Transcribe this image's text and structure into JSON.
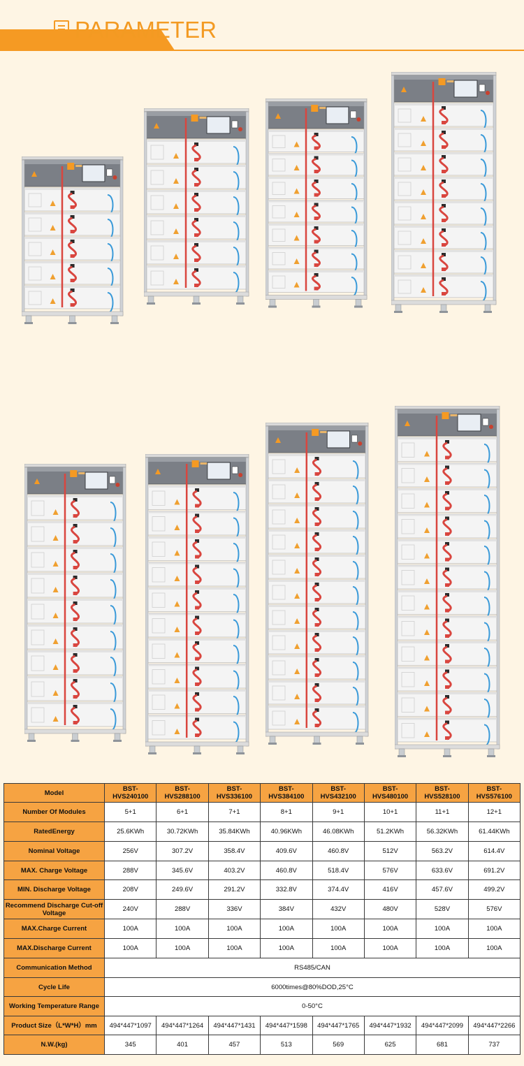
{
  "header": {
    "title": "PARAMETER"
  },
  "colors": {
    "accent": "#f59a23",
    "label_bg": "#f6a342",
    "page_bg": "#fef5e4",
    "cable_red": "#d9463f",
    "cable_blue": "#3a9ad9"
  },
  "racks": [
    {
      "modules": 5
    },
    {
      "modules": 6
    },
    {
      "modules": 7
    },
    {
      "modules": 8
    },
    {
      "modules": 9
    },
    {
      "modules": 10
    },
    {
      "modules": 11
    },
    {
      "modules": 12
    }
  ],
  "table": {
    "header": {
      "label": "Model",
      "models": [
        "BST-HVS240100",
        "BST-HVS288100",
        "BST-HVS336100",
        "BST-HVS384100",
        "BST-HVS432100",
        "BST-HVS480100",
        "BST-HVS528100",
        "BST-HVS576100"
      ]
    },
    "rows": [
      {
        "label": "Number Of Modules",
        "values": [
          "5+1",
          "6+1",
          "7+1",
          "8+1",
          "9+1",
          "10+1",
          "11+1",
          "12+1"
        ]
      },
      {
        "label": "RatedEnergy",
        "values": [
          "25.6KWh",
          "30.72KWh",
          "35.84KWh",
          "40.96KWh",
          "46.08KWh",
          "51.2KWh",
          "56.32KWh",
          "61.44KWh"
        ]
      },
      {
        "label": "Nominal Voltage",
        "values": [
          "256V",
          "307.2V",
          "358.4V",
          "409.6V",
          "460.8V",
          "512V",
          "563.2V",
          "614.4V"
        ]
      },
      {
        "label": "MAX. Charge Voltage",
        "values": [
          "288V",
          "345.6V",
          "403.2V",
          "460.8V",
          "518.4V",
          "576V",
          "633.6V",
          "691.2V"
        ]
      },
      {
        "label": "MIN. Discharge Voltage",
        "values": [
          "208V",
          "249.6V",
          "291.2V",
          "332.8V",
          "374.4V",
          "416V",
          "457.6V",
          "499.2V"
        ]
      },
      {
        "label": "Recommend Discharge Cut-off Voltage",
        "values": [
          "240V",
          "288V",
          "336V",
          "384V",
          "432V",
          "480V",
          "528V",
          "576V"
        ]
      },
      {
        "label": "MAX.Charge Current",
        "values": [
          "100A",
          "100A",
          "100A",
          "100A",
          "100A",
          "100A",
          "100A",
          "100A"
        ]
      },
      {
        "label": "MAX.Discharge Current",
        "values": [
          "100A",
          "100A",
          "100A",
          "100A",
          "100A",
          "100A",
          "100A",
          "100A"
        ]
      },
      {
        "label": "Communication Method",
        "merged": "RS485/CAN"
      },
      {
        "label": "Cycle Life",
        "merged": "6000times@80%DOD,25°C"
      },
      {
        "label": "Working Temperature Range",
        "merged": "0-50°C"
      },
      {
        "label": "Product Size（L*W*H）mm",
        "values": [
          "494*447*1097",
          "494*447*1264",
          "494*447*1431",
          "494*447*1598",
          "494*447*1765",
          "494*447*1932",
          "494*447*2099",
          "494*447*2266"
        ]
      },
      {
        "label": "N.W.(kg)",
        "values": [
          "345",
          "401",
          "457",
          "513",
          "569",
          "625",
          "681",
          "737"
        ]
      }
    ]
  }
}
